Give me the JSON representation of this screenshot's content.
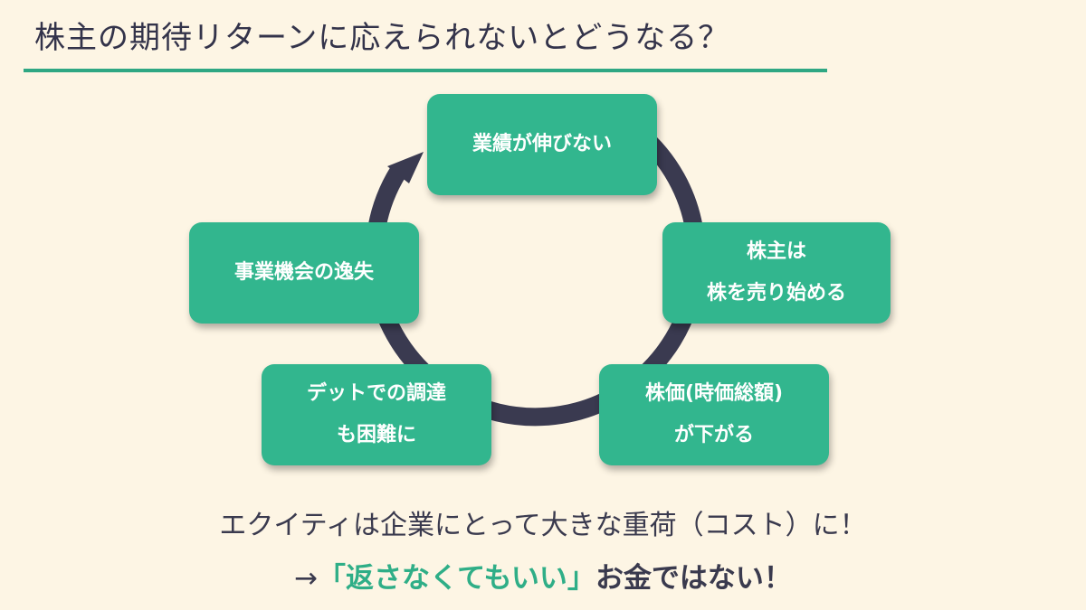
{
  "header": {
    "title": "株主の期待リターンに応えられないとどうなる？"
  },
  "diagram": {
    "nodes": [
      {
        "id": "performance",
        "lines": [
          "業績が伸びない"
        ]
      },
      {
        "id": "sell",
        "lines": [
          "株主は",
          "株を売り始める"
        ]
      },
      {
        "id": "price",
        "lines": [
          "株価(時価総額)",
          "が下がる"
        ]
      },
      {
        "id": "debt",
        "lines": [
          "デットでの調達",
          "も困難に"
        ]
      },
      {
        "id": "loss",
        "lines": [
          "事業機会の逸失"
        ]
      }
    ]
  },
  "footer": {
    "line1": "エクイティは企業にとって大きな重荷（コスト）に！",
    "line2_prefix": "→",
    "line2_accent": "「返さなくてもいい」",
    "line2_tail": "お金ではない！"
  },
  "colors": {
    "background": "#fdf5e4",
    "node": "#32b68e",
    "accent": "#2fae87",
    "ring": "#3a3a50"
  }
}
